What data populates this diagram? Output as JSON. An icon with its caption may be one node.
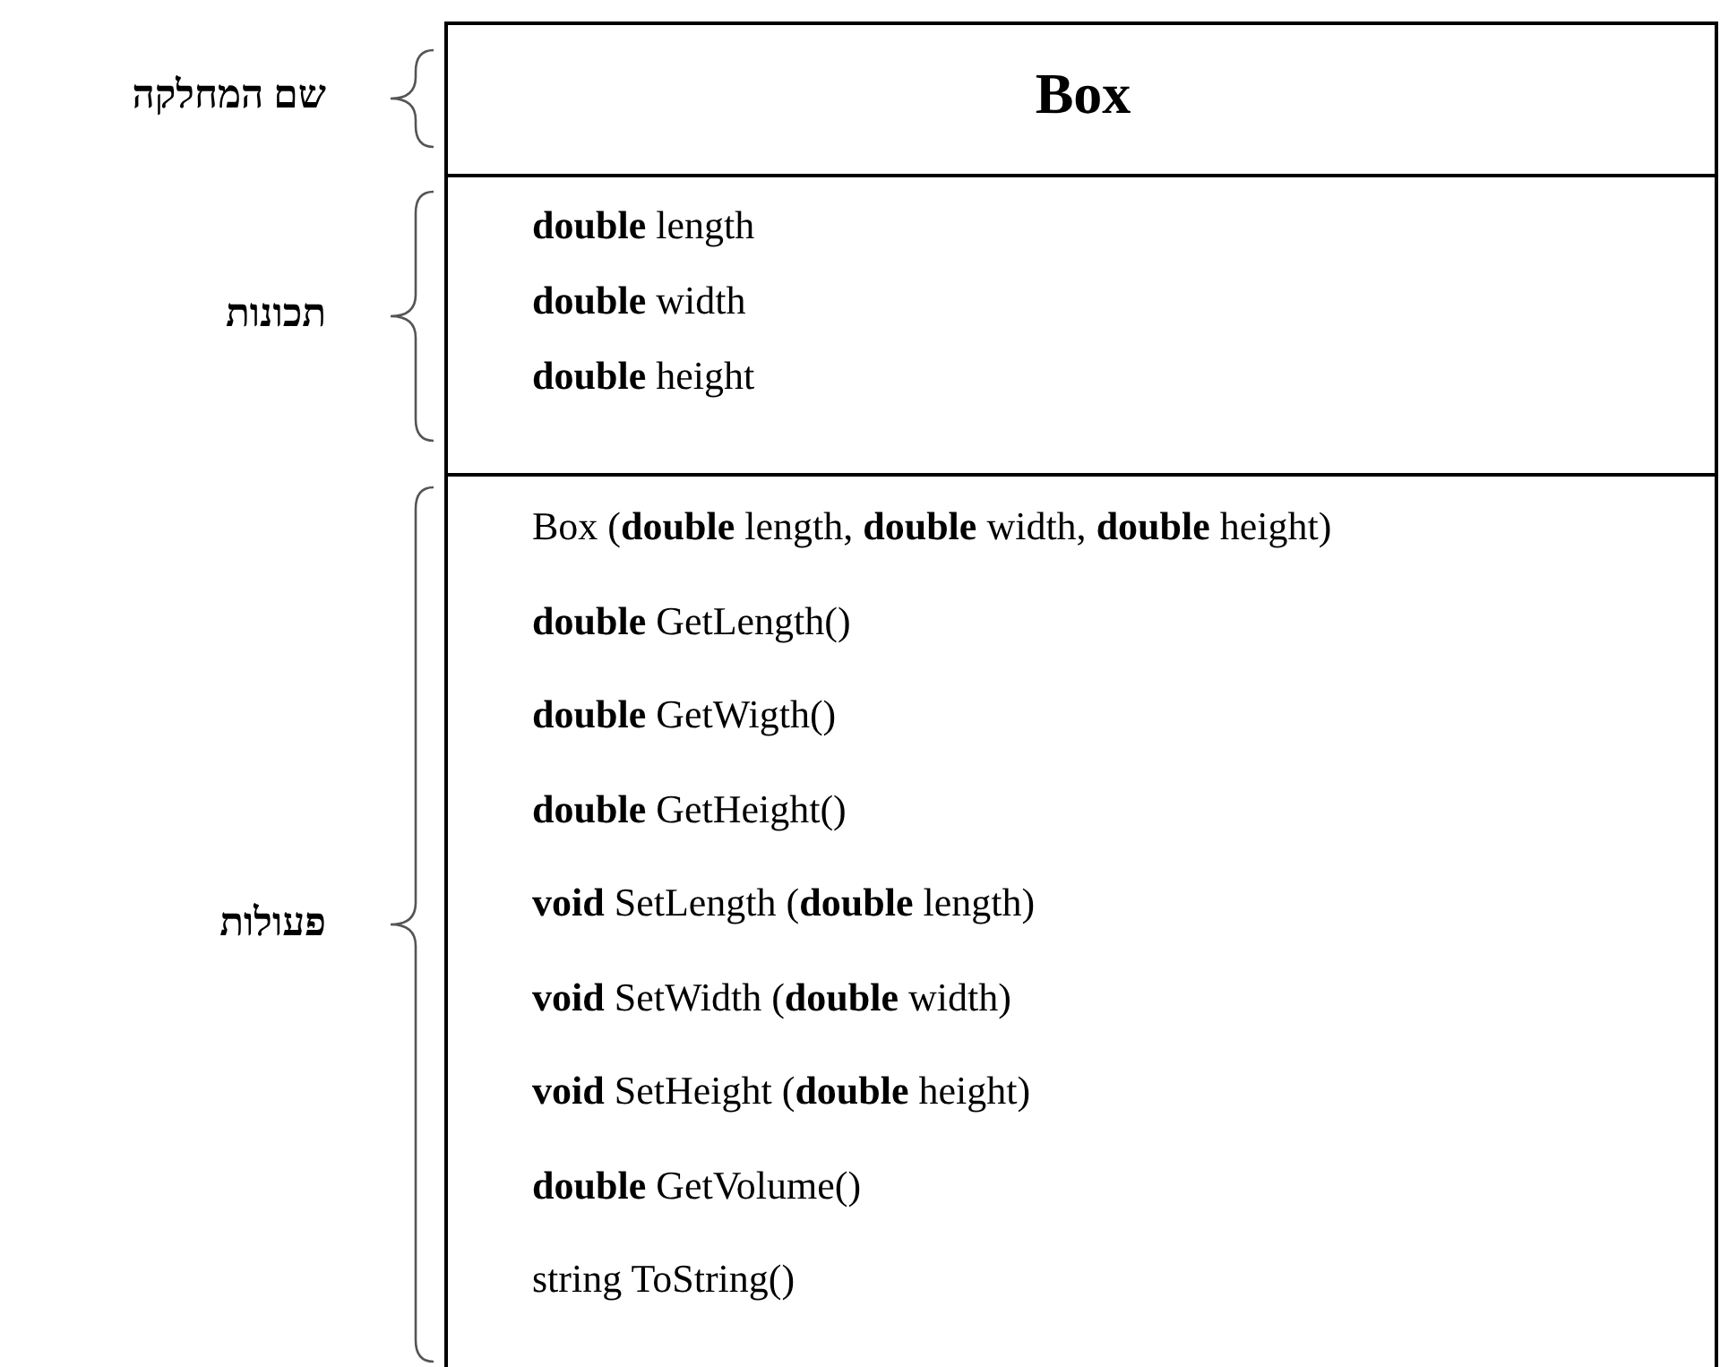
{
  "diagram": {
    "nodes": [
      {
        "text": [],
        "shape": "box"
      },
      {
        "text": [
          "Box"
        ],
        "in": 0
      },
      {
        "text": [
          "**double** length",
          "**double** width",
          "**double** height"
        ],
        "in": 0
      },
      {
        "text": [
          "Box (**double** length, **double** width, **double** height)",
          "**double** GetLength()",
          "**double** GetWigth()",
          "**double** GetHeight()",
          "**void** SetLength (**double** length)",
          "**void** SetWidth (**double** width)",
          "**void** SetHeight (**double** height)",
          "**double** GetVolume()",
          "string ToString()"
        ],
        "in": 0
      }
    ],
    "edges": [],
    "labels": [
      "שם המחלקה",
      "תכונות",
      "פעולות"
    ]
  }
}
